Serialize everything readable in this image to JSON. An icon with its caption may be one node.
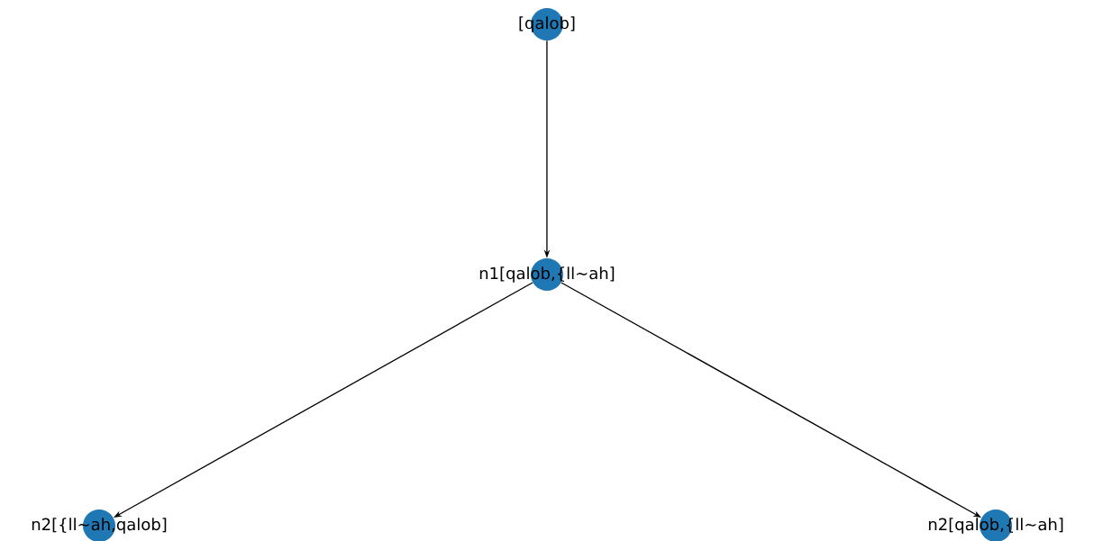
{
  "diagram": {
    "nodes": [
      {
        "text": [
          "[qalob]"
        ]
      },
      {
        "text": [
          "n1[qalob,{ll~ah]"
        ]
      },
      {
        "text": [
          "n2[{ll~ah,qalob]"
        ]
      },
      {
        "text": [
          "n2[qalob,{ll~ah]"
        ]
      }
    ],
    "edges": [
      {
        "from": 0,
        "to": 1,
        "arrow": "to"
      },
      {
        "from": 1,
        "to": 2,
        "arrow": "to"
      },
      {
        "from": 1,
        "to": 3,
        "arrow": "to"
      }
    ]
  }
}
